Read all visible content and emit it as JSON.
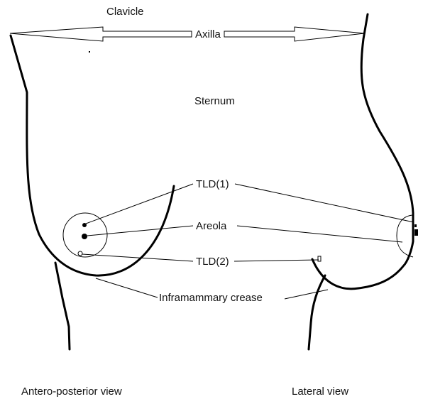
{
  "labels": {
    "clavicle": "Clavicle",
    "axilla": "Axilla",
    "sternum": "Sternum",
    "tld1": "TLD(1)",
    "areola": "Areola",
    "tld2": "TLD(2)",
    "inframammary_crease": "Inframammary crease",
    "ap_view": "Antero-posterior view",
    "lateral_view": "Lateral view"
  }
}
